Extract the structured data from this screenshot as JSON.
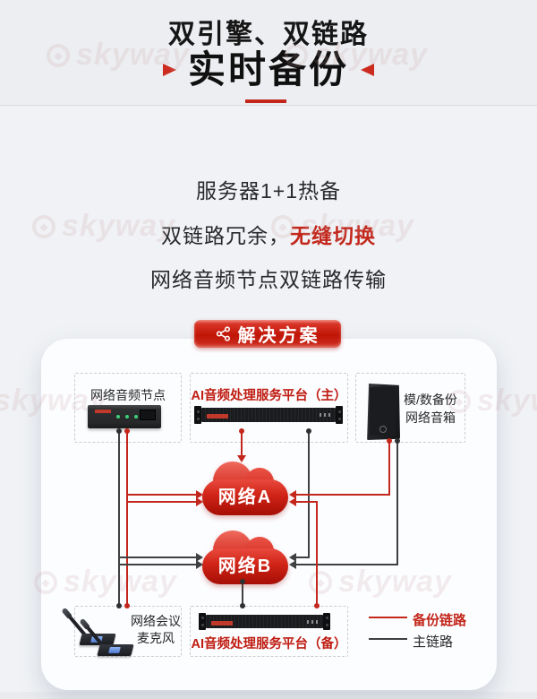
{
  "header": {
    "subtitle": "双引擎、双链路",
    "title": "实时备份"
  },
  "features": {
    "line1": "服务器1+1热备",
    "line2_prefix": "双链路冗余，",
    "line2_highlight": "无缝切换",
    "line3": "网络音频节点双链路传输"
  },
  "solution_badge": {
    "label": "解决方案"
  },
  "diagram": {
    "audio_node_label": "网络音频节点",
    "main_server_label": "AI音频处理服务平台（主）",
    "backup_server_label": "AI音频处理服务平台（备）",
    "speaker_label_line1": "模/数备份",
    "speaker_label_line2": "网络音箱",
    "mic_label_line1": "网络会议",
    "mic_label_line2": "麦克风",
    "cloud_a_label": "网络A",
    "cloud_b_label": "网络B",
    "legend": {
      "backup_label": "备份链路",
      "main_label": "主链路"
    }
  },
  "watermark": {
    "text": "skyway"
  },
  "colors": {
    "accent_red": "#c3271c",
    "line_main_black": "#3f4042",
    "cloud_red": "#cf2316",
    "background": "#f0f2f5",
    "card": "#fcfdff"
  }
}
